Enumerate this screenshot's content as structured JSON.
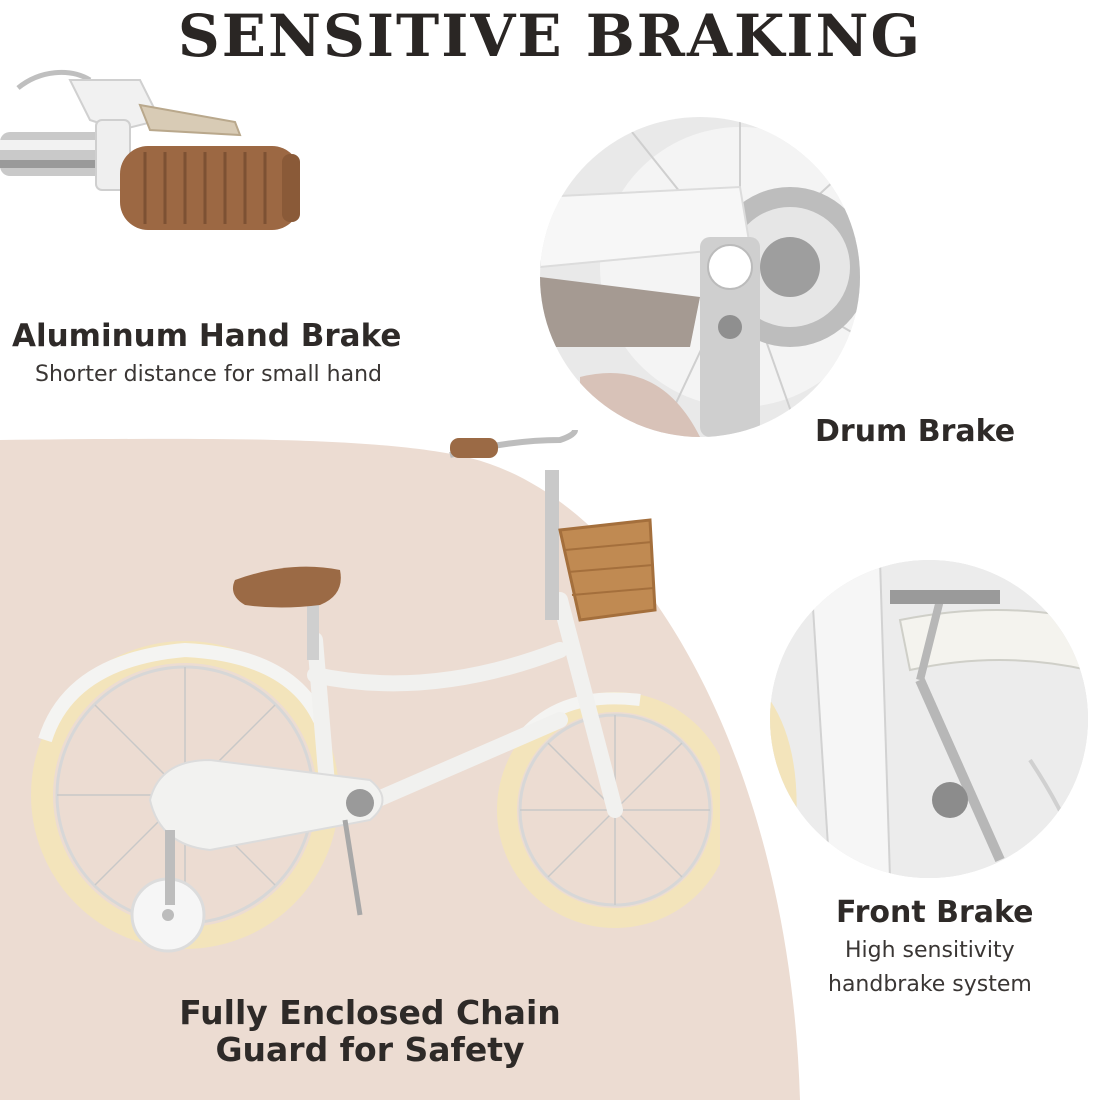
{
  "heading": "SENSITIVE BRAKING",
  "features": {
    "hand_brake": {
      "title": "Aluminum Hand Brake",
      "subtitle": "Shorter distance for small hand"
    },
    "drum_brake": {
      "title": "Drum Brake"
    },
    "front_brake": {
      "title": "Front Brake",
      "subtitle_line1": "High sensitivity",
      "subtitle_line2": "handbrake system"
    },
    "chain_guard": {
      "title_line1": "Fully Enclosed Chain",
      "title_line2": "Guard for Safety"
    }
  },
  "images": {
    "hand_brake_photo": "brake-lever-and-grip",
    "drum_brake_photo": "rear-drum-brake-closeup",
    "front_brake_photo": "front-caliper-brake-closeup",
    "bike_photo": "white-kids-bicycle-with-basket-and-training-wheels"
  },
  "colors": {
    "background_blob": "#ecdcd2",
    "frame": "#f4f4f2",
    "tire": "#f3e4bb",
    "saddle": "#9b6a45",
    "basket": "#c08a52"
  }
}
